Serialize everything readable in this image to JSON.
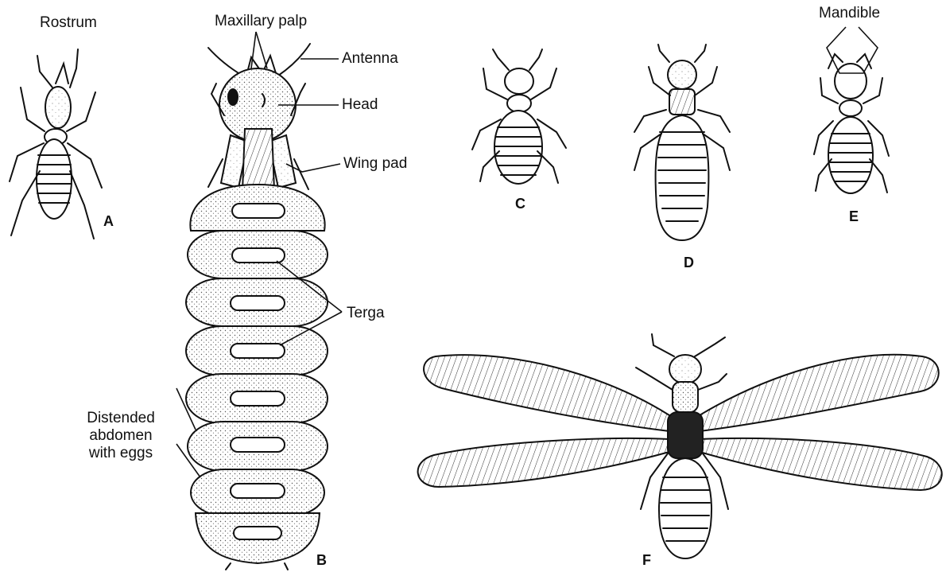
{
  "labels": {
    "rostrum": "Rostrum",
    "maxillary_palp": "Maxillary palp",
    "antenna": "Antenna",
    "head": "Head",
    "wing_pad": "Wing pad",
    "terga": "Terga",
    "abdomen_line1": "Distended",
    "abdomen_line2": "abdomen",
    "abdomen_line3": "with eggs",
    "mandible": "Mandible"
  },
  "panels": {
    "a": "A",
    "b": "B",
    "c": "C",
    "d": "D",
    "e": "E",
    "f": "F"
  }
}
